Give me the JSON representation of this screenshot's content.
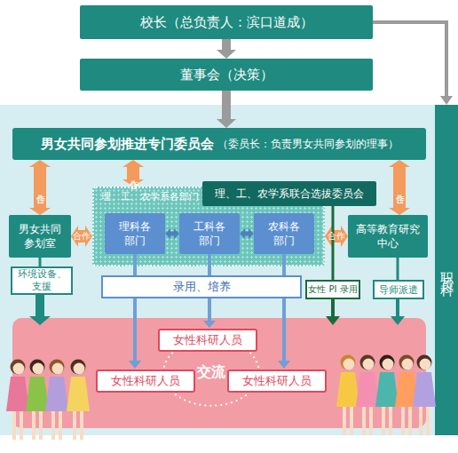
{
  "diagram": {
    "nodes": [
      {
        "text": [
          "校长（总负责人：滨口道成）"
        ]
      },
      {
        "text": [
          "董事会（决策）"
        ]
      },
      {
        "text": [
          "职员科"
        ]
      },
      {
        "text": [
          "男女共同参划推进专门委员会",
          "（委员长：负责男女共同参划的理事）"
        ]
      },
      {
        "text": [
          "男女共同参划室"
        ]
      },
      {
        "text": [
          "理、工、农学系各部门"
        ]
      },
      {
        "text": [
          "理科各部门"
        ],
        "in": 5
      },
      {
        "text": [
          "工科各部门"
        ],
        "in": 5
      },
      {
        "text": [
          "农科各部门"
        ],
        "in": 5
      },
      {
        "text": [
          "理、工、农学系联合选拔委员会"
        ]
      },
      {
        "text": [
          "高等教育研究中心"
        ]
      },
      {
        "text": [
          "环境设备、支援"
        ]
      },
      {
        "text": [
          "录用、培养"
        ]
      },
      {
        "text": [
          "女性 PI 录用"
        ]
      },
      {
        "text": [
          "导师派遣"
        ]
      },
      {
        "text": [
          "女性科研人员"
        ]
      },
      {
        "text": [
          "女性科研人员"
        ]
      },
      {
        "text": [
          "女性科研人员"
        ]
      },
      {
        "text": [
          "交流"
        ]
      }
    ],
    "edges": [
      {
        "from": 0,
        "to": 1,
        "arrow": "to"
      },
      {
        "from": 1,
        "to": 3,
        "arrow": "to"
      },
      {
        "from": 0,
        "to": 2,
        "arrow": "to"
      },
      {
        "from": 3,
        "to": 4,
        "label": "合作",
        "arrow": "both"
      },
      {
        "from": 3,
        "to": 5,
        "label": "合作",
        "arrow": "both"
      },
      {
        "from": 3,
        "to": 10,
        "label": "合作",
        "arrow": "both"
      },
      {
        "from": 4,
        "to": 5,
        "label": "合作",
        "arrow": "both"
      },
      {
        "from": 5,
        "to": 10,
        "label": "合作",
        "arrow": "both"
      },
      {
        "from": 6,
        "to": 7,
        "arrow": "both"
      },
      {
        "from": 7,
        "to": 8,
        "arrow": "both"
      },
      {
        "from": 6,
        "to": 12,
        "arrow": "none"
      },
      {
        "from": 7,
        "to": 12,
        "arrow": "none"
      },
      {
        "from": 8,
        "to": 12,
        "arrow": "none"
      },
      {
        "from": 4,
        "to": 11,
        "arrow": "none"
      },
      {
        "from": 9,
        "to": 13,
        "arrow": "none"
      },
      {
        "from": 10,
        "to": 14,
        "arrow": "none"
      }
    ]
  }
}
